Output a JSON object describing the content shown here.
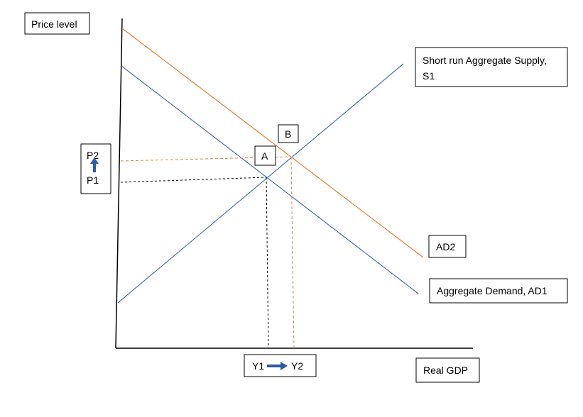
{
  "colors": {
    "axis": "#000000",
    "ad1_curve": "#4472c4",
    "supply_curve": "#4472c4",
    "ad2_curve": "#ed7d31",
    "arrow": "#2e5aa8",
    "guide_black": "#000000",
    "guide_orange": "#ed7d31"
  },
  "labels": {
    "y_axis": "Price level",
    "x_axis": "Real GDP",
    "supply_line1": "Short run Aggregate Supply,",
    "supply_line2": "S1",
    "ad2": "AD2",
    "ad1": "Aggregate Demand, AD1",
    "point_a": "A",
    "point_b": "B",
    "p1": "P1",
    "p2": "P2",
    "y1": "Y1",
    "y2": "Y2"
  },
  "icons": {
    "price_shift": "up-arrow-icon",
    "output_shift": "right-arrow-icon"
  }
}
